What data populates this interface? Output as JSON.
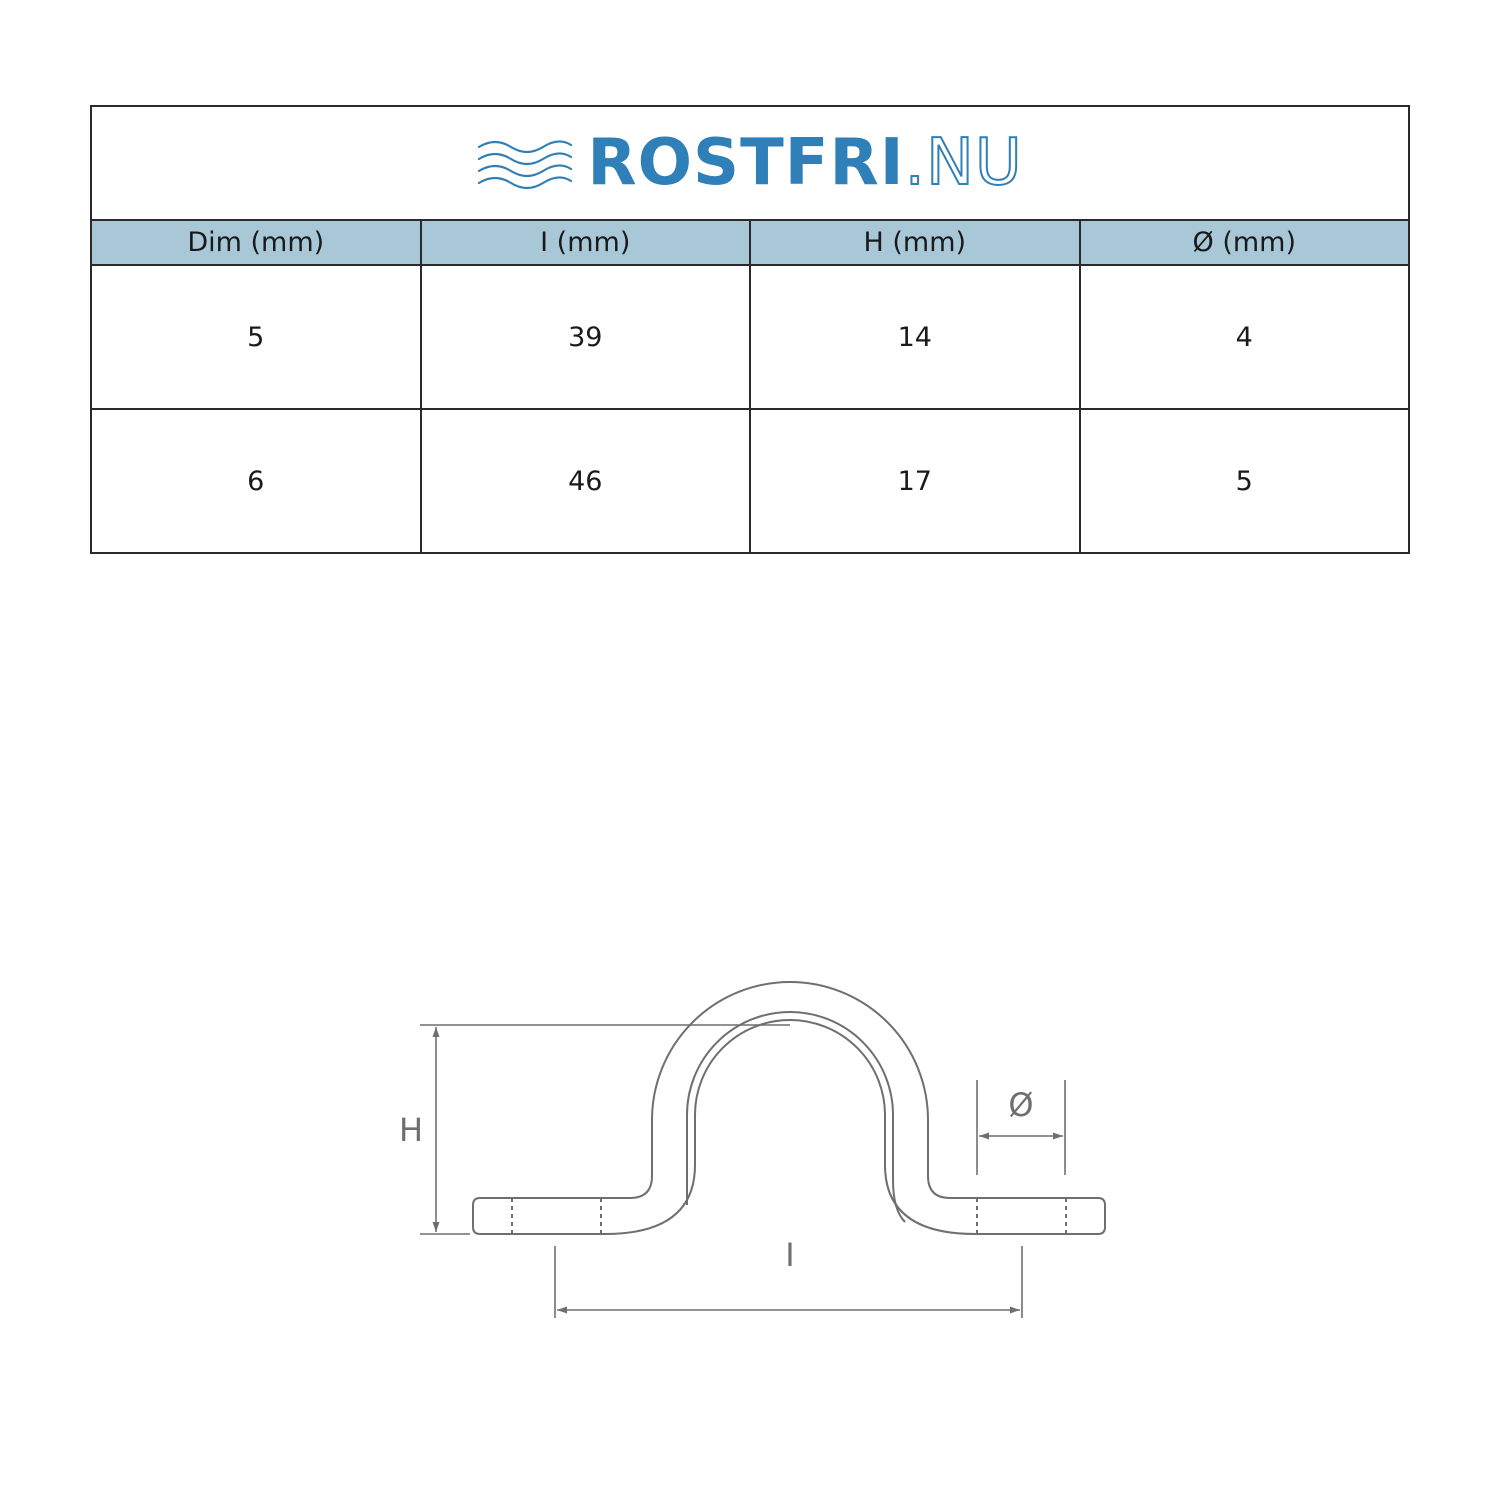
{
  "brand": {
    "name_main": "ROSTFRI",
    "name_suffix": ".NU",
    "color": "#2f7fb8",
    "icon": "waves-icon"
  },
  "table": {
    "header_color": "#a8c7d7",
    "columns": [
      "Dim (mm)",
      "I (mm)",
      "H (mm)",
      "Ø (mm)"
    ],
    "rows": [
      [
        "5",
        "39",
        "14",
        "4"
      ],
      [
        "6",
        "46",
        "17",
        "5"
      ]
    ]
  },
  "diagram": {
    "labels": {
      "height": "H",
      "length": "I",
      "diameter": "Ø"
    }
  }
}
